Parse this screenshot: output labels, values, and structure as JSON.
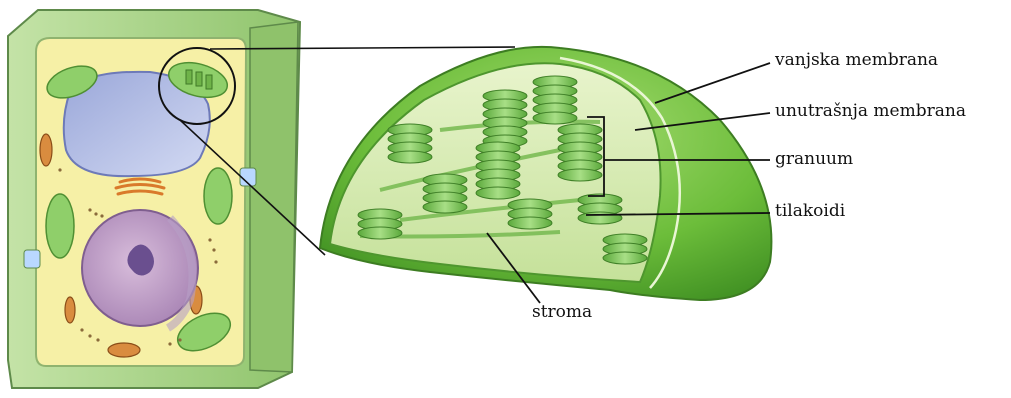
{
  "labels": {
    "outer_membrane": "vanjska membrana",
    "inner_membrane": "unutrašnja membrana",
    "granum": "granuum",
    "thylakoids": "tilakoidi",
    "stroma": "stroma"
  },
  "colors": {
    "cell_wall": "#a9d38a",
    "cell_wall_edge": "#5e8a4a",
    "cytoplasm": "#f6f0a6",
    "vacuole": "#b8c3e6",
    "nucleus": "#c9a7cf",
    "chloroplast_outer": "#6dbb3d",
    "chloroplast_inner": "#d9ecb6",
    "granum": "#8ccf6a",
    "line": "#111111"
  }
}
